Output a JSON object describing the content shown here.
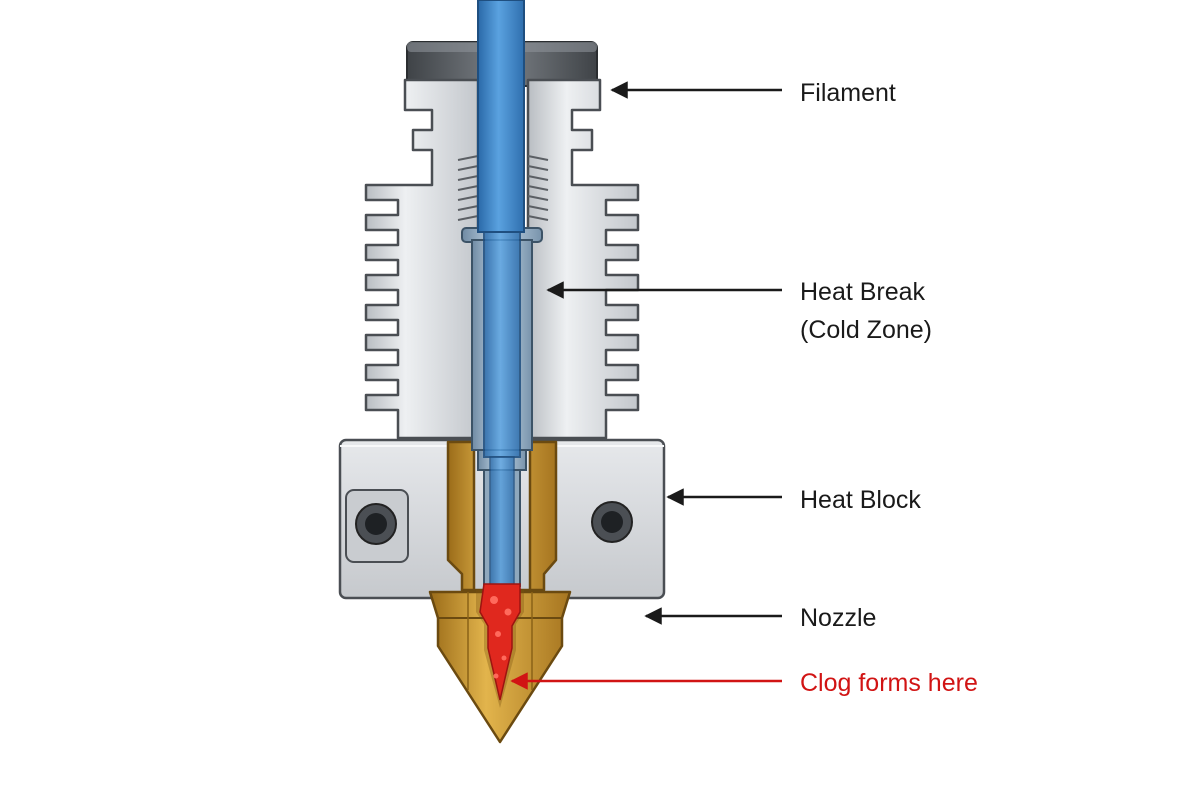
{
  "diagram": {
    "labels": {
      "filament": "Filament",
      "heat_break_line1": "Heat Break",
      "heat_break_line2": "(Cold Zone)",
      "heat_block": "Heat Block",
      "nozzle": "Nozzle",
      "clog": "Clog forms here"
    },
    "colors": {
      "label_text": "#1a1a1a",
      "alert": "#d11414",
      "filament_blue": "#3f86c8",
      "aluminum": "#d9dbde",
      "steel_tube": "#9fb9cf",
      "brass": "#c9982e",
      "molten_plastic": "#e0281e",
      "cap_dark": "#5a5e63"
    }
  }
}
